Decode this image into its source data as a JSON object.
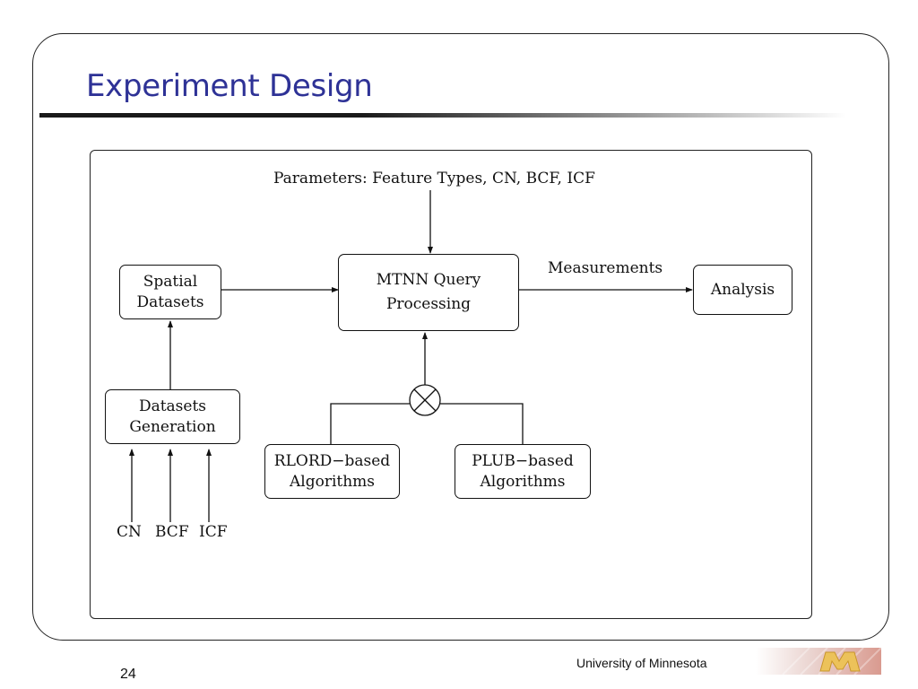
{
  "slide": {
    "title": "Experiment Design",
    "footer": "University of Minnesota",
    "page_number": "24",
    "title_color": "#2e3296"
  },
  "diagram": {
    "parameters_label": "Parameters: Feature Types, CN, BCF, ICF",
    "spatial_datasets": [
      "Spatial",
      "Datasets"
    ],
    "mtnn": [
      "MTNN Query",
      "Processing"
    ],
    "measurements_label": "Measurements",
    "analysis": "Analysis",
    "datasets_generation": [
      "Datasets",
      "Generation"
    ],
    "rlord": [
      "RLORD−based",
      "Algorithms"
    ],
    "plub": [
      "PLUB−based",
      "Algorithms"
    ],
    "inputs": [
      "CN",
      "BCF",
      "ICF"
    ]
  }
}
